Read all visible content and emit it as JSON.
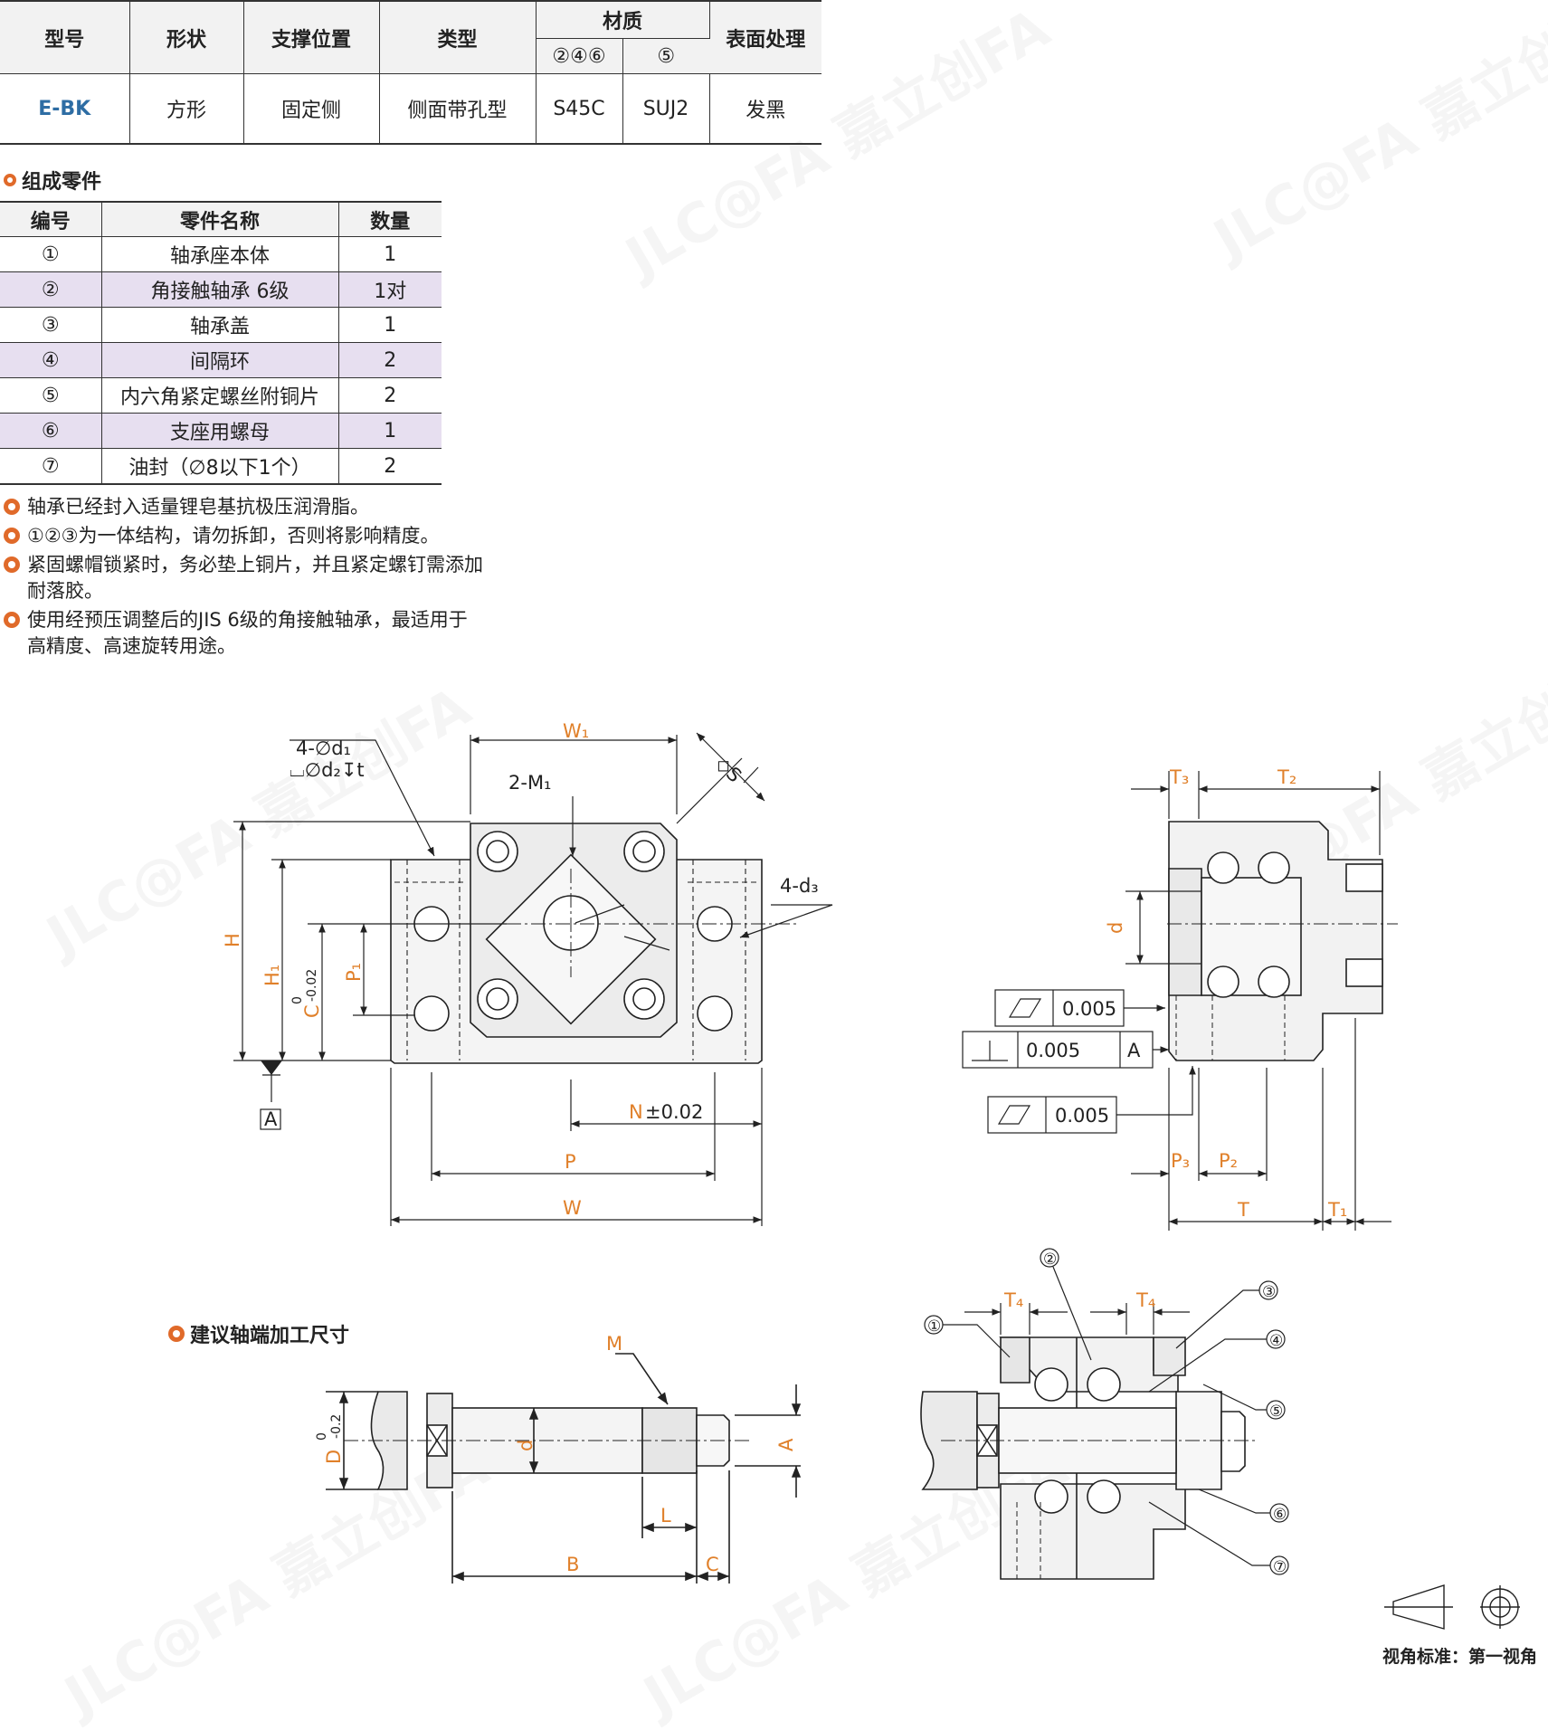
{
  "spec_table": {
    "headers": {
      "model": "型号",
      "shape": "形状",
      "support": "支撑位置",
      "type": "类型",
      "material": "材质",
      "surface": "表面处理"
    },
    "material_sub": {
      "a": "②④⑥",
      "b": "⑤"
    },
    "row": {
      "model": "E-BK",
      "shape": "方形",
      "support": "固定侧",
      "type": "侧面带孔型",
      "mat_a": "S45C",
      "mat_b": "SUJ2",
      "surface": "发黑"
    }
  },
  "parts_section": {
    "title": "组成零件",
    "headers": {
      "no": "编号",
      "name": "零件名称",
      "qty": "数量"
    },
    "rows": [
      {
        "no": "①",
        "name": "轴承座本体",
        "qty": "1"
      },
      {
        "no": "②",
        "name": "角接触轴承 6级",
        "qty": "1对"
      },
      {
        "no": "③",
        "name": "轴承盖",
        "qty": "1"
      },
      {
        "no": "④",
        "name": "间隔环",
        "qty": "2"
      },
      {
        "no": "⑤",
        "name": "内六角紧定螺丝附铜片",
        "qty": "2"
      },
      {
        "no": "⑥",
        "name": "支座用螺母",
        "qty": "1"
      },
      {
        "no": "⑦",
        "name": "油封（∅8以下1个）",
        "qty": "2"
      }
    ]
  },
  "notes": [
    "轴承已经封入适量锂皂基抗极压润滑脂。",
    "①②③为一体结构，请勿拆卸，否则将影响精度。",
    "紧固螺帽锁紧时，务必垫上铜片，并且紧定螺钉需添加耐落胶。",
    "使用经预压调整后的JIS 6级的角接触轴承，最适用于高精度、高速旋转用途。"
  ],
  "drawing_labels": {
    "hole1_a": "4-∅d₁",
    "hole1_b": "⌴∅d₂↧t",
    "w1": "W₁",
    "m1": "2-M₁",
    "s": "◇S",
    "d3": "4-d₃",
    "h": "H",
    "h1": "H₁",
    "c": "C",
    "c_tol_top": "0",
    "c_tol_bot": "-0.02",
    "p1": "P₁",
    "datum": "A",
    "n": "N",
    "n_tol": "±0.02",
    "p": "P",
    "w": "W",
    "t3": "T₃",
    "t2": "T₂",
    "d": "d",
    "tol_val": "0.005",
    "tol_ref": "A",
    "p3": "P₃",
    "p2": "P₂",
    "t": "T",
    "t1": "T₁",
    "t4": "T₄",
    "callouts": [
      "①",
      "②",
      "③",
      "④",
      "⑤",
      "⑥",
      "⑦"
    ]
  },
  "shaft_section": {
    "title": "建议轴端加工尺寸",
    "m": "M",
    "d": "d",
    "a": "A",
    "l": "L",
    "b": "B",
    "c": "C",
    "dd": "D",
    "dd_tol_top": "0",
    "dd_tol_bot": "-0.2"
  },
  "view_standard": "视角标准：第一视角",
  "watermark": "JLC@FA 嘉立创FA",
  "colors": {
    "accent": "#e06a2a",
    "model": "#2e6da4",
    "highlight_row": "#e7dff0",
    "dim_text": "#e0802a"
  }
}
